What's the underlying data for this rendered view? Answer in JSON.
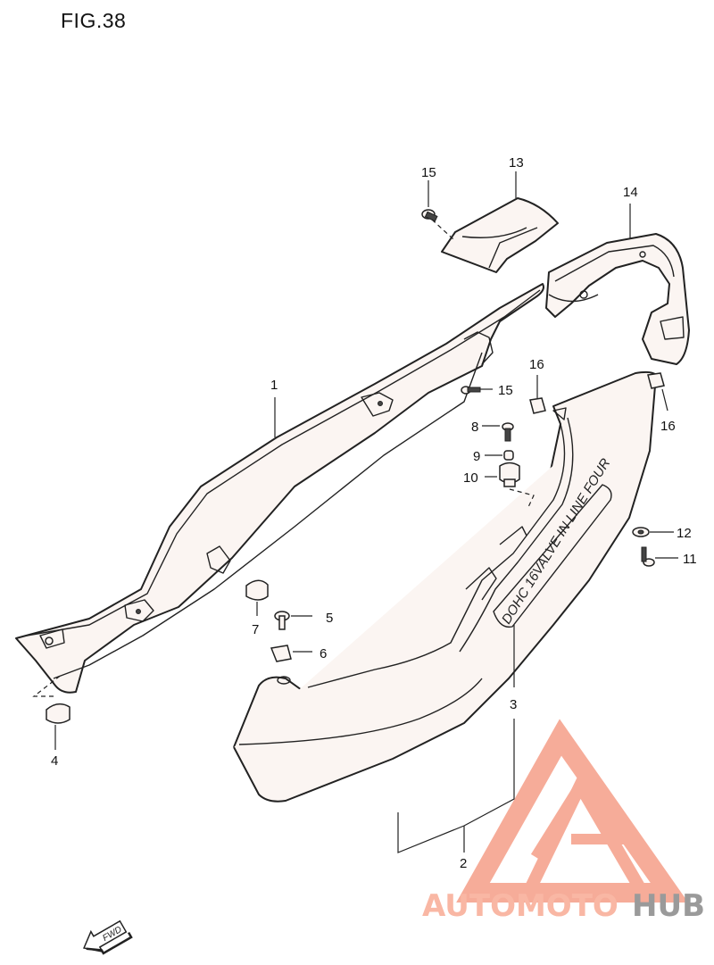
{
  "figure": {
    "title": "FIG.38",
    "callouts": {
      "p1": "1",
      "p2": "2",
      "p3": "3",
      "p4": "4",
      "p5": "5",
      "p6": "6",
      "p7": "7",
      "p8": "8",
      "p9": "9",
      "p10": "10",
      "p11": "11",
      "p12": "12",
      "p13": "13",
      "p14": "14",
      "p15a": "15",
      "p15b": "15",
      "p16a": "16",
      "p16b": "16"
    },
    "decal_text": "DOHC 16VALVE IN LINE FOUR",
    "fwd_label": "FWD"
  },
  "watermark": {
    "brand_part1": "AUTOMOTO",
    "brand_part2": "HUB",
    "color_main": "#f6a48f",
    "color_brand1": "#f9b7a4",
    "color_brand2": "#9a9a9a"
  }
}
